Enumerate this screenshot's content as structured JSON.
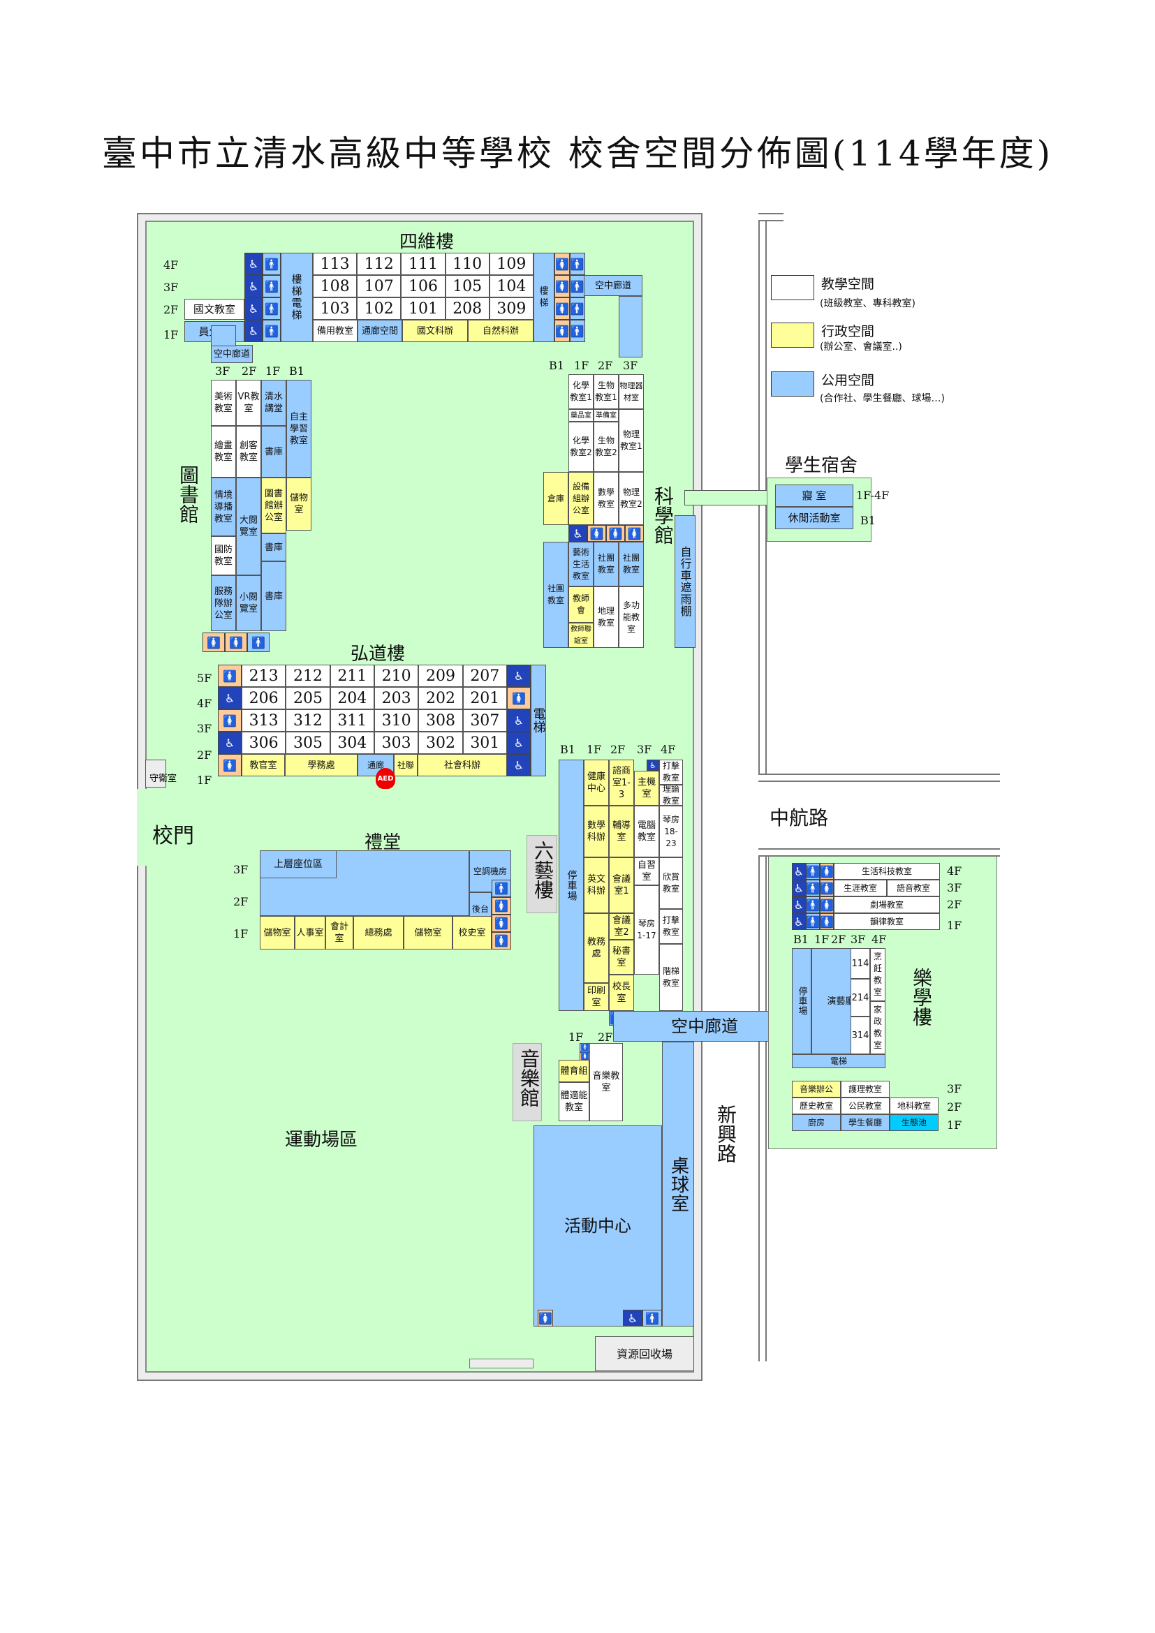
{
  "title": "臺中市立清水高級中等學校 校舍空間分佈圖(114學年度)",
  "legend": [
    {
      "label": "教學空間",
      "sub": "(班級教室、專科教室)",
      "color": "#ffffff"
    },
    {
      "label": "行政空間",
      "sub": "(辦公室、會議室..)",
      "color": "#ffff99"
    },
    {
      "label": "公用空間",
      "sub": "(合作社、學生餐廳、球場…)",
      "color": "#99ccff"
    }
  ],
  "colors": {
    "campus": "#ccffcc",
    "teaching": "#ffffff",
    "admin": "#ffff99",
    "public": "#99ccff",
    "pool": "#00ccff"
  },
  "icons": {
    "men": "men-restroom-icon",
    "women": "women-restroom-icon",
    "accessible": "accessible-restroom-icon",
    "aed": "aed-icon"
  },
  "siwei": {
    "name": "四維樓",
    "floors": [
      "4F",
      "3F",
      "2F",
      "1F"
    ],
    "rows": [
      [
        "113",
        "112",
        "111",
        "110",
        "109"
      ],
      [
        "108",
        "107",
        "106",
        "105",
        "104"
      ],
      [
        "103",
        "102",
        "101",
        "208",
        "309"
      ]
    ],
    "ground": [
      "備用教室",
      "通廊空間",
      "國文科辦",
      "自然科辦"
    ],
    "stair_elevator": "樓梯電梯",
    "stair": "樓梯",
    "chinese_room": "國文教室",
    "coop": "員生社",
    "skyway": "空中廊道"
  },
  "library": {
    "name": "圖書館",
    "floors": [
      "3F",
      "2F",
      "1F",
      "B1"
    ],
    "skyway": "空中廊道",
    "rooms": [
      "美術教室",
      "VR教室",
      "清水講堂",
      "自主學習教室",
      "繪畫教室",
      "創客教室",
      "書庫",
      "情境導播教室",
      "大閱覽室",
      "圖書館辦公室",
      "儲物室",
      "國防教室",
      "書庫",
      "服務隊辦公室",
      "小閱覽室",
      "書庫"
    ]
  },
  "science": {
    "name": "科學館",
    "floors": [
      "B1",
      "1F",
      "2F",
      "3F"
    ],
    "rooms": [
      "化學教室1",
      "生物教室1",
      "物理器材室",
      "藥品室",
      "準備室",
      "化學教室2",
      "生物教室2",
      "物理教室1",
      "倉庫",
      "設備組辦公室",
      "數學教室",
      "物理教室2",
      "社團教室",
      "藝術生活教室",
      "社團教室",
      "社團教室",
      "教師會",
      "教師聯誼室",
      "地理教室",
      "多功能教室"
    ],
    "bike": "自行車遮雨棚"
  },
  "dorm": {
    "name": "學生宿舍",
    "bedroom": "寢 室",
    "lounge": "休閒活動室",
    "f1": "1F-4F",
    "f2": "B1"
  },
  "hongdao": {
    "name": "弘道樓",
    "floors": [
      "5F",
      "4F",
      "3F",
      "2F",
      "1F"
    ],
    "rows": [
      [
        "213",
        "212",
        "211",
        "210",
        "209",
        "207"
      ],
      [
        "206",
        "205",
        "204",
        "203",
        "202",
        "201"
      ],
      [
        "313",
        "312",
        "311",
        "310",
        "308",
        "307"
      ],
      [
        "306",
        "305",
        "304",
        "303",
        "302",
        "301"
      ]
    ],
    "ground": [
      "教官室",
      "學務處",
      "通廊",
      "社聯",
      "社會科辦"
    ],
    "elevator": "電梯",
    "aed": "AED"
  },
  "gate": {
    "guard": "守衛室",
    "name": "校門"
  },
  "hall": {
    "name": "禮堂",
    "floors": [
      "3F",
      "2F",
      "1F"
    ],
    "upper": "上層座位區",
    "aircon": "空調機房",
    "backstage": "後台",
    "ground": [
      "儲物室",
      "人事室",
      "會計室",
      "總務處",
      "儲物室",
      "校史室"
    ]
  },
  "liuyi": {
    "name": "六藝樓",
    "floors": [
      "B1",
      "1F",
      "2F",
      "3F",
      "4F"
    ],
    "parking": "停車場",
    "rooms": [
      "健康中心",
      "諮商室1-3",
      "主機室",
      "打擊教室",
      "理論教室",
      "數學科辦",
      "輔導室",
      "電腦教室",
      "琴房18-23",
      "英文科辦",
      "會議室1",
      "自習室",
      "欣賞教室",
      "教務處",
      "會議室2",
      "秘書室",
      "琴房1-17",
      "打擊教室",
      "階梯教室",
      "印刷室",
      "校長室"
    ]
  },
  "skyway": "空中廊道",
  "music": {
    "name": "音樂館",
    "floors": [
      "1F",
      "2F"
    ],
    "rooms": [
      "體育組",
      "音樂教室",
      "體適能教室"
    ]
  },
  "field": "運動場區",
  "activity": "活動中心",
  "pingpong": "桌球室",
  "recycle": "資源回收場",
  "road1": "中航路",
  "road2": "新興路",
  "yuexue": {
    "name": "樂學樓",
    "floors_top": [
      "4F",
      "3F",
      "2F",
      "1F"
    ],
    "top_rooms": [
      "生活科技教室",
      "生涯教室",
      "語音教室",
      "劇場教室",
      "韻律教室"
    ],
    "floors_mid": [
      "B1",
      "1F",
      "2F",
      "3F",
      "4F"
    ],
    "parking": "停車場",
    "drama": "演藝廳",
    "mid_rooms": [
      "114",
      "烹飪教室",
      "214",
      "314",
      "家政教室"
    ],
    "elevator": "電梯",
    "floors_bot": [
      "3F",
      "2F",
      "1F"
    ],
    "bot_rooms": [
      "音樂辦公",
      "護理教室",
      "歷史教室",
      "公民教室",
      "地科教室",
      "廚房",
      "學生餐廳",
      "生態池"
    ]
  }
}
